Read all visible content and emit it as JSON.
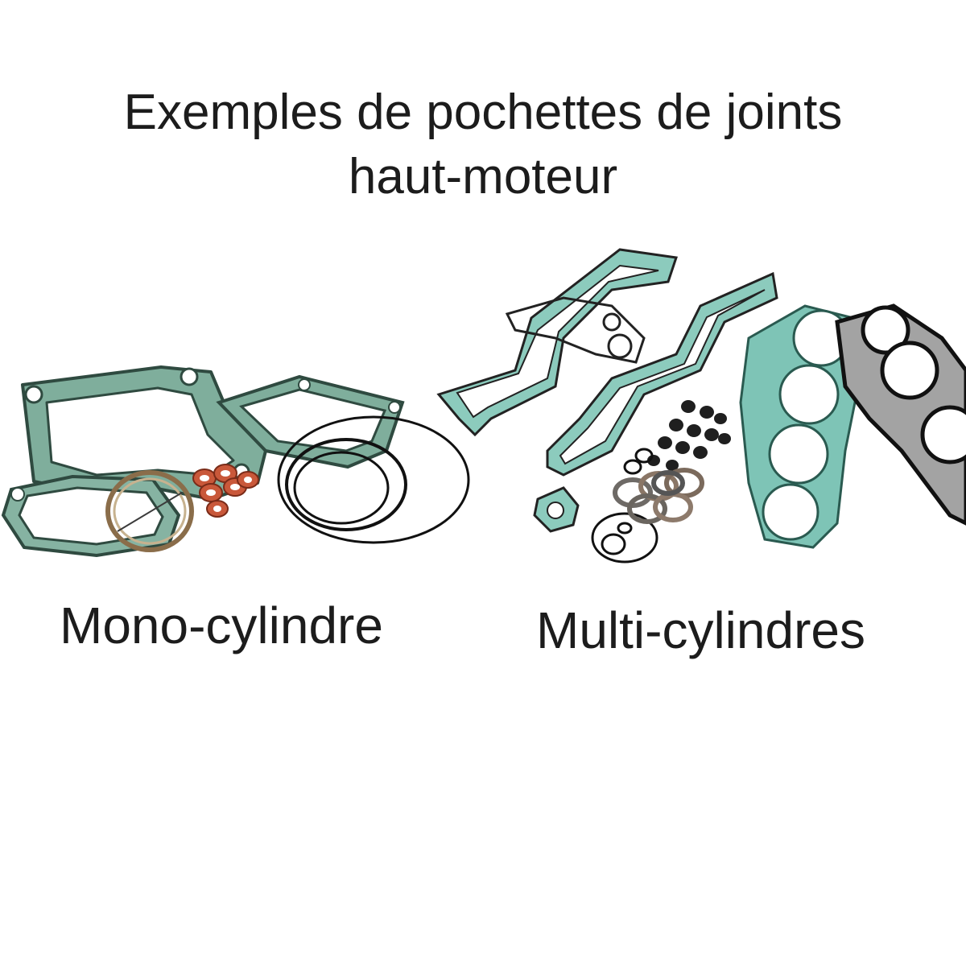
{
  "title": {
    "line1": "Exemples de pochettes de joints",
    "line2": "haut-moteur"
  },
  "labels": {
    "mono": "Mono-cylindre",
    "multi": "Multi-cylindres"
  },
  "colors": {
    "gasket_green": "#6f9e8c",
    "gasket_teal": "#7ec4b6",
    "gasket_dark": "#2b2b2b",
    "copper": "#c9583a",
    "ring_black": "#111111",
    "head_gasket_grey": "#9a9a9a"
  }
}
